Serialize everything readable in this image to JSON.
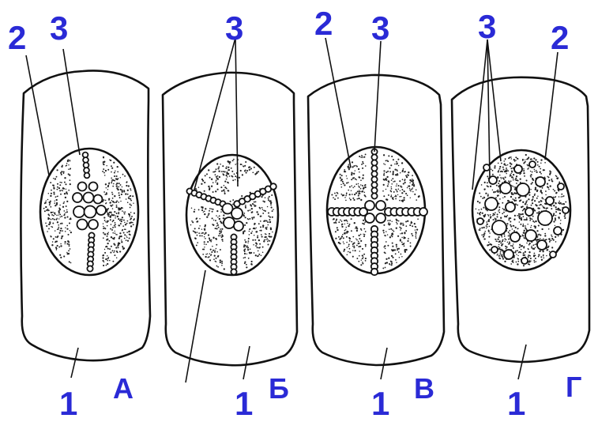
{
  "figure": {
    "panels": [
      {
        "id": "A",
        "letter": "А",
        "labels": {
          "wall": "1",
          "nucleoplasm": "2",
          "chromatin": "3"
        },
        "variant": "vertical-strand"
      },
      {
        "id": "B",
        "letter": "Б",
        "labels": {
          "wall": "1",
          "chromatin": "3"
        },
        "variant": "three-arm"
      },
      {
        "id": "V",
        "letter": "В",
        "labels": {
          "wall": "1",
          "nucleoplasm": "2",
          "chromatin": "3"
        },
        "variant": "cross"
      },
      {
        "id": "G",
        "letter": "Г",
        "labels": {
          "wall": "1",
          "nucleoplasm": "2",
          "chromatin": "3"
        },
        "variant": "network"
      }
    ],
    "colors": {
      "label": "#2a2ad6",
      "line": "#111111",
      "background": "#ffffff"
    }
  }
}
